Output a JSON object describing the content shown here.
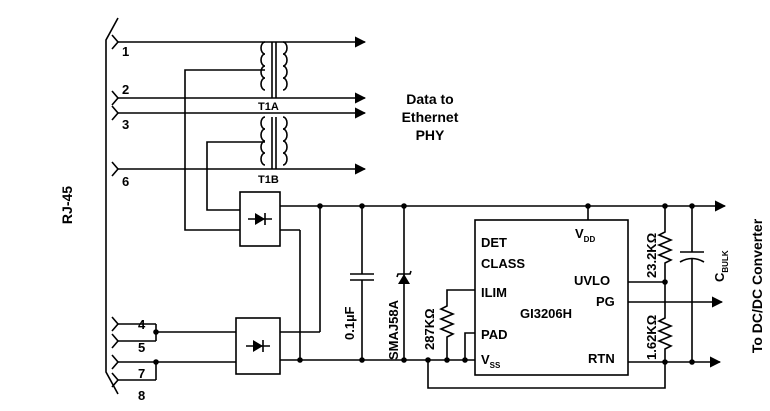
{
  "connector": {
    "label": "RJ-45",
    "pins": [
      "1",
      "2",
      "3",
      "6",
      "4",
      "5",
      "7",
      "8"
    ]
  },
  "transformers": {
    "t1a": "T1A",
    "t1b": "T1B"
  },
  "phy_label": [
    "Data to",
    "Ethernet",
    "PHY"
  ],
  "capacitor_label": "0.1µF",
  "tvs_label": "SMAJ58A",
  "r_det_label": "287KΩ",
  "r_uvlo_top_label": "23.2KΩ",
  "r_uvlo_bot_label": "1.62KΩ",
  "cbulk": {
    "main": "C",
    "sub": "BULK"
  },
  "ic": {
    "name": "GI3206H",
    "pins": {
      "det": "DET",
      "class": "CLASS",
      "ilim": "ILIM",
      "pad": "PAD",
      "vdd_main": "V",
      "vdd_sub": "DD",
      "vss_main": "V",
      "vss_sub": "SS",
      "uvlo": "UVLO",
      "pg": "PG",
      "rtn": "RTN"
    }
  },
  "output_label": "To DC/DC Converter"
}
